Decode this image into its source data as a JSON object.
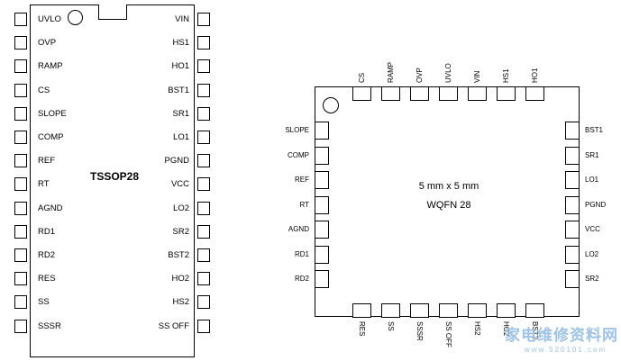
{
  "tssop": {
    "title": "TSSOP28",
    "left_pins": [
      "UVLO",
      "OVP",
      "RAMP",
      "CS",
      "SLOPE",
      "COMP",
      "REF",
      "RT",
      "AGND",
      "RD1",
      "RD2",
      "RES",
      "SS",
      "SSSR"
    ],
    "right_pins": [
      "VIN",
      "HS1",
      "HO1",
      "BST1",
      "SR1",
      "LO1",
      "PGND",
      "VCC",
      "LO2",
      "SR2",
      "BST2",
      "HO2",
      "HS2",
      "SS OFF"
    ]
  },
  "wqfn": {
    "size_label": "5 mm x 5 mm",
    "title": "WQFN 28",
    "top_pins": [
      "CS",
      "RAMP",
      "OVP",
      "UVLO",
      "VIN",
      "HS1",
      "HO1"
    ],
    "left_pins": [
      "SLOPE",
      "COMP",
      "REF",
      "RT",
      "AGND",
      "RD1",
      "RD2"
    ],
    "right_pins": [
      "BST1",
      "SR1",
      "LO1",
      "PGND",
      "VCC",
      "LO2",
      "SR2"
    ],
    "bottom_pins": [
      "RES",
      "SS",
      "SSSR",
      "SS OFF",
      "HS2",
      "HO2",
      "BST2"
    ]
  },
  "watermark": {
    "text": "家电维修资料网",
    "url": "www.520101.com"
  }
}
